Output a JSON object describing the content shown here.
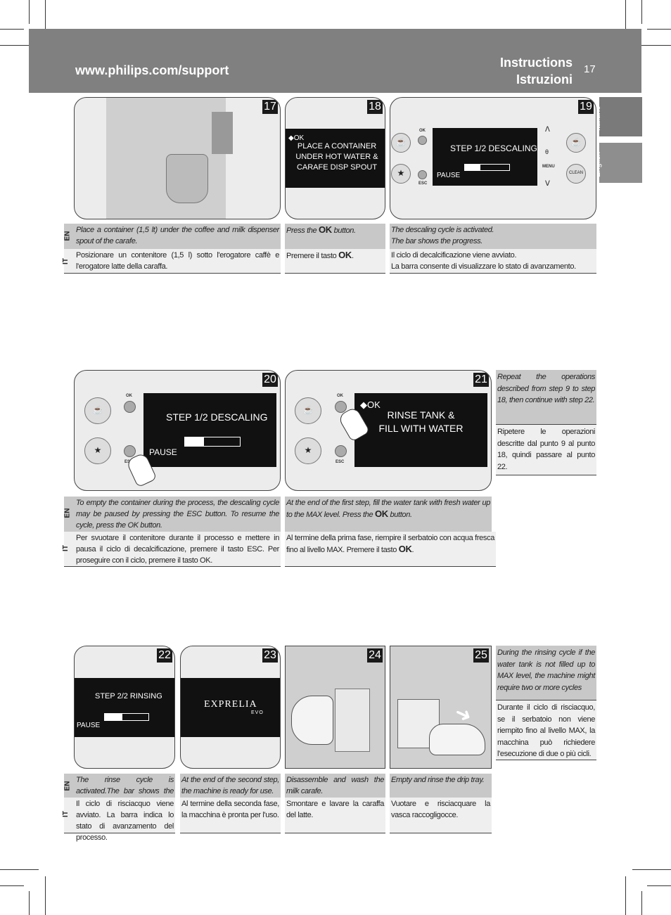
{
  "header": {
    "url": "www.philips.com/support",
    "title_en": "Instructions",
    "title_it": "Istruzioni",
    "page": "17"
  },
  "tabs": {
    "italiano": "Italiano",
    "english": "English"
  },
  "row_labels": {
    "en": "EN",
    "it": "IT"
  },
  "screen_labels": {
    "ok": "OK",
    "esc": "ESC",
    "menu": "MENU",
    "pause": "PAUSE",
    "clean": "CLEAN"
  },
  "panels": {
    "p17": {
      "num": "17"
    },
    "p18": {
      "num": "18",
      "ok": "OK",
      "text": "PLACE A CONTAINER UNDER HOT WATER & CARAFE DISP SPOUT"
    },
    "p19": {
      "num": "19",
      "text": "STEP 1/2 DESCALING",
      "pause": "PAUSE",
      "progress": 0.35
    },
    "p20": {
      "num": "20",
      "text": "STEP 1/2 DESCALING",
      "pause": "PAUSE",
      "progress": 0.35
    },
    "p21": {
      "num": "21",
      "ok": "OK",
      "text1": "RINSE TANK &",
      "text2": "FILL WITH WATER"
    },
    "p22": {
      "num": "22",
      "text": "STEP 2/2 RINSING",
      "pause": "PAUSE",
      "progress": 0.4
    },
    "p23": {
      "num": "23",
      "logo": "EXPRELIA",
      "logo_sub": "EVO"
    },
    "p24": {
      "num": "24"
    },
    "p25": {
      "num": "25"
    }
  },
  "captions": {
    "c17": {
      "en": "Place a container (1,5 lt) under the coffee and milk dispenser spout of the carafe.",
      "it": "Posizionare un contenitore (1,5 l) sotto l'erogatore caffè e l'erogatore latte della caraffa."
    },
    "c18": {
      "en_pre": "Press the",
      "en_post": "button.",
      "it_pre": "Premere il tasto",
      "it_post": "."
    },
    "c19": {
      "en1": "The descaling cycle is activated.",
      "en2": "The bar shows the progress.",
      "it1": "Il ciclo di decalcificazione viene avviato.",
      "it2": "La barra consente di visualizzare lo stato di avanzamento."
    },
    "c20": {
      "en": "To empty the container during the process, the descaling cycle may be paused by pressing the ESC button. To resume the cycle, press the OK button.",
      "it": "Per svuotare il contenitore durante il processo e mettere in pausa il ciclo di decalcificazione, premere il tasto ESC. Per proseguire con il ciclo, premere il tasto OK."
    },
    "c21": {
      "en_pre": "At the end of the first step, fill the water tank with fresh water up to the MAX level. Press the",
      "en_post": "button.",
      "it_pre": "Al termine della prima fase, riempire il serbatoio con acqua fresca fino al livello MAX. Premere il tasto",
      "it_post": "."
    },
    "note1": {
      "en": "Repeat the operations described from step 9 to step 18, then continue with step 22.",
      "it": "Ripetere le operazioni descritte dal punto 9 al punto 18, quindi passare al punto 22."
    },
    "c22": {
      "en": "The rinse cycle is activated.The bar shows the progress.",
      "it": "Il ciclo di risciacquo viene avviato. La barra indica lo stato di avanzamento del processo."
    },
    "c23": {
      "en": "At the end of the second step, the machine is ready for use.",
      "it": "Al termine della seconda fase, la macchina è pronta per l'uso."
    },
    "c24": {
      "en": "Disassemble and wash the milk carafe.",
      "it": "Smontare e lavare la caraffa del latte."
    },
    "c25": {
      "en": "Empty and rinse the drip tray.",
      "it": "Vuotare e risciacquare la vasca raccogligocce."
    },
    "note2": {
      "en": "During the rinsing cycle if the water tank is not filled up to MAX level, the machine might require two or more cycles",
      "it": "Durante il ciclo di risciacquo, se il serbatoio non viene riempito fino al livello MAX, la macchina può richiedere l'esecuzione di due o più cicli."
    }
  },
  "ok_glyph": "OK"
}
